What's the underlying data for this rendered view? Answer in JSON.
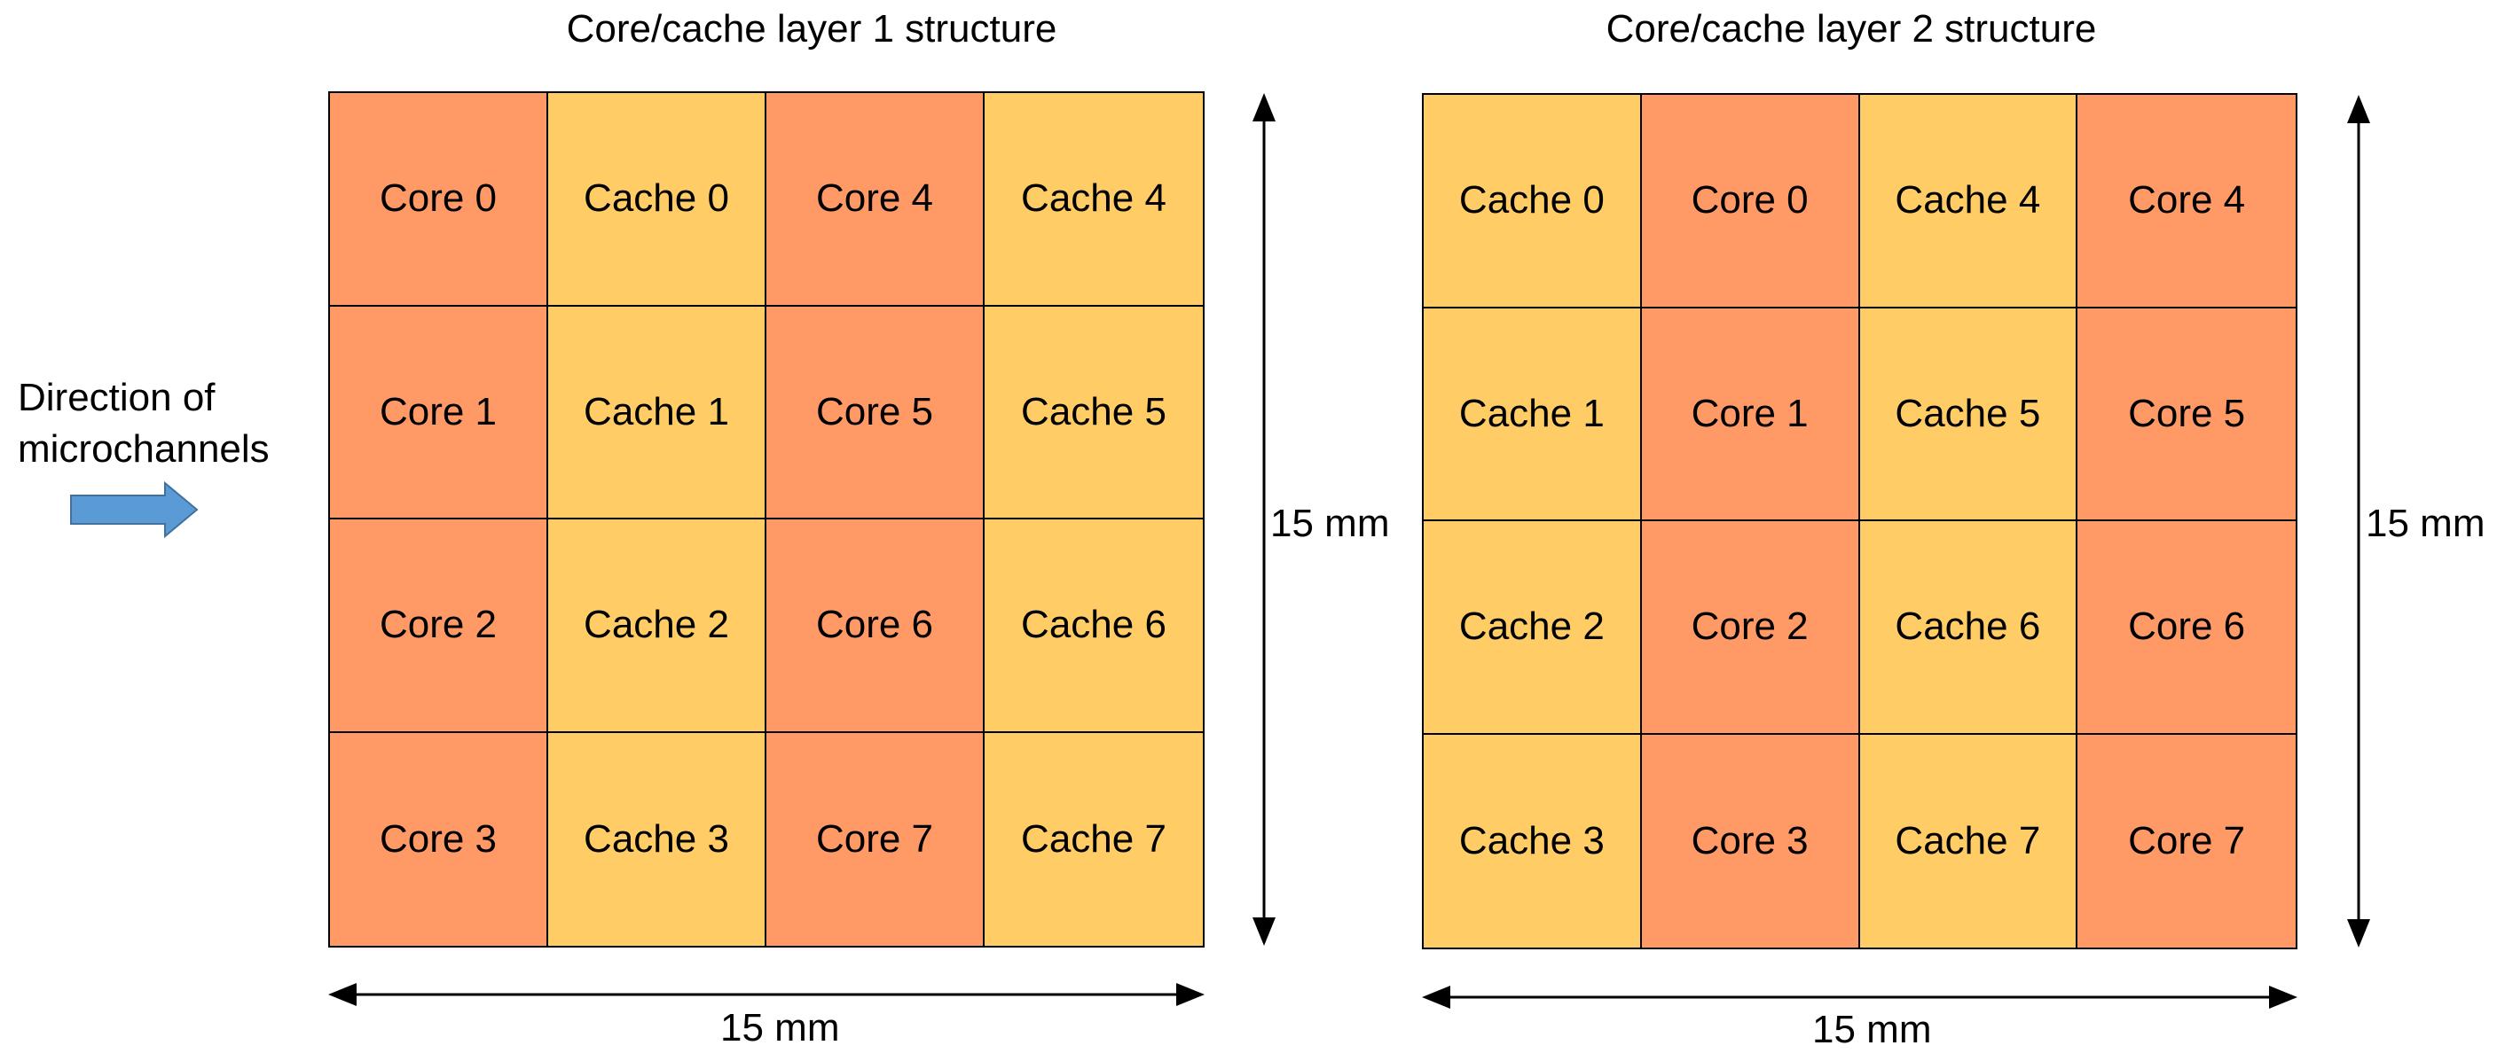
{
  "colors": {
    "core": "#FF9966",
    "cache": "#FFCC66",
    "arrow": "#5B9BD5"
  },
  "direction": {
    "line1": "Direction of",
    "line2": "microchannels"
  },
  "layers": [
    {
      "title": "Core/cache layer 1 structure",
      "width_label": "15 mm",
      "height_label": "15 mm",
      "rows": [
        [
          "Core 0",
          "Cache 0",
          "Core 4",
          "Cache 4"
        ],
        [
          "Core 1",
          "Cache 1",
          "Core 5",
          "Cache 5"
        ],
        [
          "Core 2",
          "Cache 2",
          "Core 6",
          "Cache 6"
        ],
        [
          "Core 3",
          "Cache 3",
          "Core 7",
          "Cache 7"
        ]
      ]
    },
    {
      "title": "Core/cache layer 2 structure",
      "width_label": "15 mm",
      "height_label": "15 mm",
      "rows": [
        [
          "Cache 0",
          "Core 0",
          "Cache 4",
          "Core 4"
        ],
        [
          "Cache 1",
          "Core 1",
          "Cache 5",
          "Core 5"
        ],
        [
          "Cache 2",
          "Core 2",
          "Cache 6",
          "Core 6"
        ],
        [
          "Cache 3",
          "Core 3",
          "Cache 7",
          "Core 7"
        ]
      ]
    }
  ]
}
